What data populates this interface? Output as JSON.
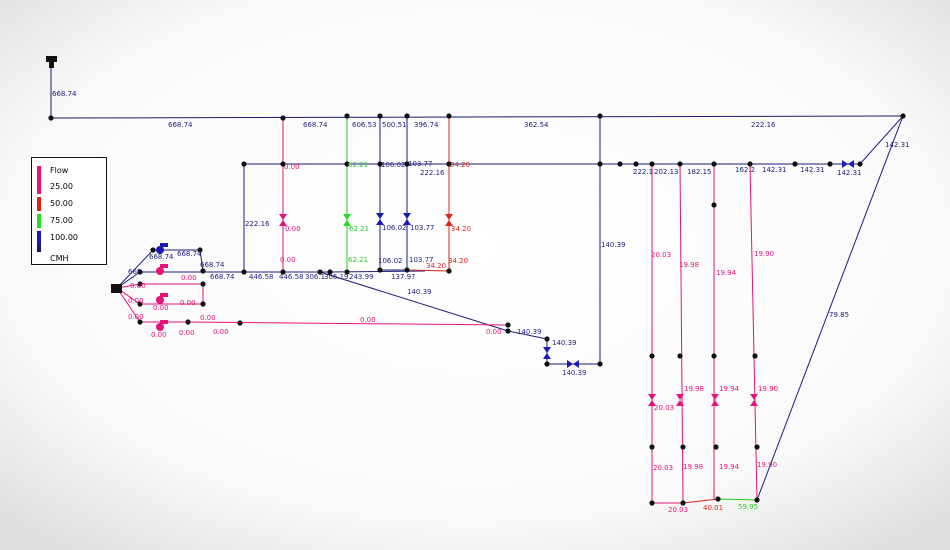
{
  "legend": {
    "title": "Flow",
    "items": [
      {
        "value": "25.00",
        "color": "#e8127a"
      },
      {
        "value": "50.00",
        "color": "#e0241a"
      },
      {
        "value": "75.00",
        "color": "#22dd22"
      },
      {
        "value": "100.00",
        "color": "#1a1ab8"
      }
    ],
    "top_color": "#1a1a6a",
    "unit": "CMH"
  },
  "colors": {
    "navy": "#1c1c7a",
    "pink": "#e8127a",
    "red": "#e0241a",
    "green": "#22cc22",
    "node": "#111111"
  },
  "labels": {
    "l_66874_vert": "668.74",
    "l_66874_top": "668.74",
    "l_66874_b": "668.74",
    "l_60653": "606.53",
    "l_50051": "500.51",
    "l_39674": "396.74",
    "l_36254": "362.54",
    "l_22216_top": "222.16",
    "l_14231_diag": "142.31",
    "l_000_a": "0.00",
    "l_6221_a": "62.21",
    "l_10602_a": "106.02",
    "l_10377_a": "103.77",
    "l_3420_a": "34.20",
    "l_22216_b": "222.16",
    "l_2221": "222.1",
    "l_20213": "202.13",
    "l_18215": "182.15",
    "l_1622": "162.2",
    "l_14231_a": "142.31",
    "l_14231_b": "142.31",
    "l_14231_c": "142.31",
    "l_22216_vert": "222.16",
    "l_000_b": "0.00",
    "l_6221_b": "62.21",
    "l_10602_b": "106.02",
    "l_10377_b": "103.77",
    "l_3420_b": "34.20",
    "l_14039_vert": "140.39",
    "l_2003_a": "20.03",
    "l_1998_a": "19.98",
    "l_1994_a": "19.94",
    "l_1990_a": "19.90",
    "l_000_c": "0.00",
    "l_6221_c": "62.21",
    "l_10377_c": "103.77",
    "l_3420_c": "34.20",
    "l_66874_pump": "668.74",
    "l_66874_c": "668.74",
    "l_66874_d": "668.74",
    "l_668_e": "668",
    "l_66874_f": "668.74",
    "l_44658_a": "446.58",
    "l_44658_b": "446.58",
    "l_3061": "306.1",
    "l_30619": "306.19",
    "l_24399": "243.99",
    "l_10602_c": "106.02",
    "l_13797": "137.97",
    "l_3420_d": "34.20",
    "l_000_p1": "0.00",
    "l_000_p2": "0.00",
    "l_000_p3": "0.00",
    "l_000_p4": "0.00",
    "l_000_p5": "0.00",
    "l_000_p6": "0.00",
    "l_000_p7": "0.00",
    "l_000_p8": "0.00",
    "l_000_p9": "0.00",
    "l_000_p10": "0.00",
    "l_000_p11": "0.00",
    "l_000_long": "0.00",
    "l_14039_diag": "140.39",
    "l_14039_a": "140.39",
    "l_14039_b": "140.39",
    "l_14039_c": "140.39",
    "l_7985": "79.85",
    "l_2003_b": "20.03",
    "l_1998_b": "19.98",
    "l_1994_b": "19.94",
    "l_1990_b": "19.90",
    "l_2003_c": "20.03",
    "l_1998_c": "19.98",
    "l_1994_c": "19.94",
    "l_1990_c": "19.90",
    "l_2003_d": "20.03",
    "l_4001": "40.01",
    "l_5995": "59.95"
  }
}
